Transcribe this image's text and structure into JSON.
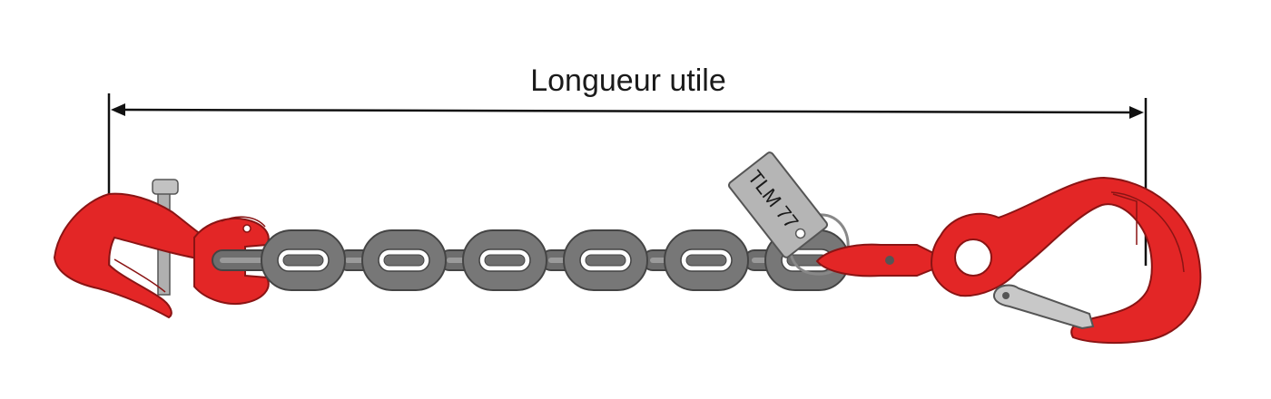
{
  "diagram": {
    "title": "Longueur utile",
    "tag_text": "TLM 77",
    "link_count": 6,
    "colors": {
      "hook_red": "#e32626",
      "hook_stroke": "#8a1414",
      "chain_gray": "#777777",
      "chain_stroke": "#444444",
      "tag_gray": "#b5b5b5",
      "pin_gray": "#b0b0b0",
      "latch_gray": "#c8c8c8",
      "dimension_line": "#111111",
      "text": "#1a1a1a"
    },
    "icons": {
      "left_hook": "clevis-grab-hook-icon",
      "right_hook": "eye-safety-hook-icon",
      "tag": "identification-tag-icon",
      "dimension": "double-arrow-dimension-icon"
    }
  }
}
